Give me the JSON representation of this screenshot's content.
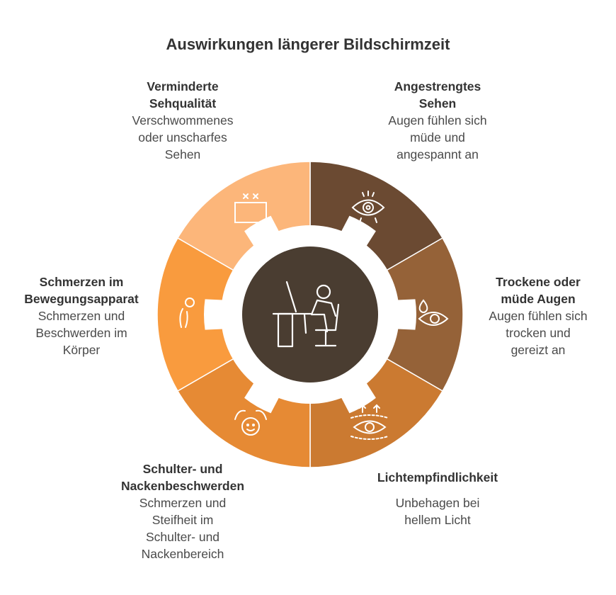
{
  "title": "Auswirkungen längerer Bildschirmzeit",
  "center_icon": "person-at-computer-desk-icon",
  "segments": [
    {
      "heading": "Angestrengtes\nSehen",
      "description": "Augen fühlen sich\nmüde und\nangespannt an",
      "color": "#6b4a32",
      "icon": "strained-eye-icon"
    },
    {
      "heading": "Trockene oder\nmüde Augen",
      "description": "Augen fühlen sich\ntrocken und\ngereizt an",
      "color": "#956238",
      "icon": "dry-eye-drop-icon"
    },
    {
      "heading": "Lichtempfindlichkeit",
      "description": "Unbehagen bei\nhellem Licht",
      "color": "#cb7a31",
      "icon": "light-sensitive-eye-icon"
    },
    {
      "heading": "Schulter- und\nNackenbeschwerden",
      "description": "Schmerzen und\nSteifheit im\nSchulter- und\nNackenbereich",
      "color": "#e68a34",
      "icon": "shoulder-massage-icon"
    },
    {
      "heading": "Schmerzen im\nBewegungsapparat",
      "description": "Schmerzen und\nBeschwerden im\nKörper",
      "color": "#f99b3e",
      "icon": "body-pain-icon"
    },
    {
      "heading": "Verminderte\nSehqualität",
      "description": "Verschwommenes\noder unscharfes\nSehen",
      "color": "#fcb67a",
      "icon": "blurry-screen-icon"
    }
  ],
  "center_color": "#4a3d31"
}
